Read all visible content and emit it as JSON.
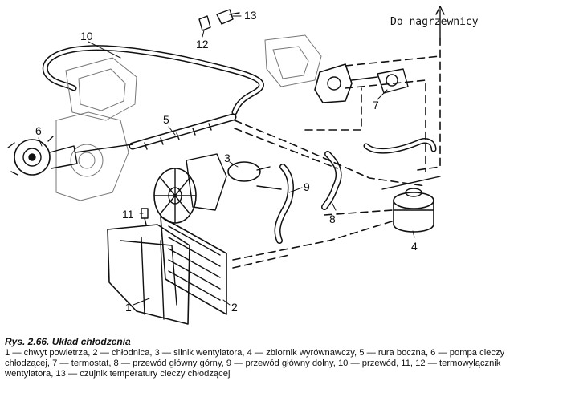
{
  "heater_note": "Do nagrzewnicy",
  "labels": {
    "p1": "1",
    "p2": "2",
    "p3": "3",
    "p4": "4",
    "p5": "5",
    "p6": "6",
    "p7": "7",
    "p8": "8",
    "p9": "9",
    "p10": "10",
    "p11": "11",
    "p12": "12",
    "p13": "13"
  },
  "caption": {
    "title": "Rys. 2.66. Układ chłodzenia",
    "body": "1 — chwyt powietrza, 2 — chłodnica, 3 — silnik wentylatora, 4 — zbiornik wyrównawczy, 5 — rura boczna, 6 — pompa cieczy\nchłodzącej, 7 — termostat, 8 — przewód główny górny, 9 — przewód główny dolny, 10 — przewód, 11, 12 — termowyłącznik\nwentylatora, 13 — czujnik temperatury cieczy chłodzącej"
  },
  "colors": {
    "ink": "#111111",
    "paper": "#ffffff"
  }
}
